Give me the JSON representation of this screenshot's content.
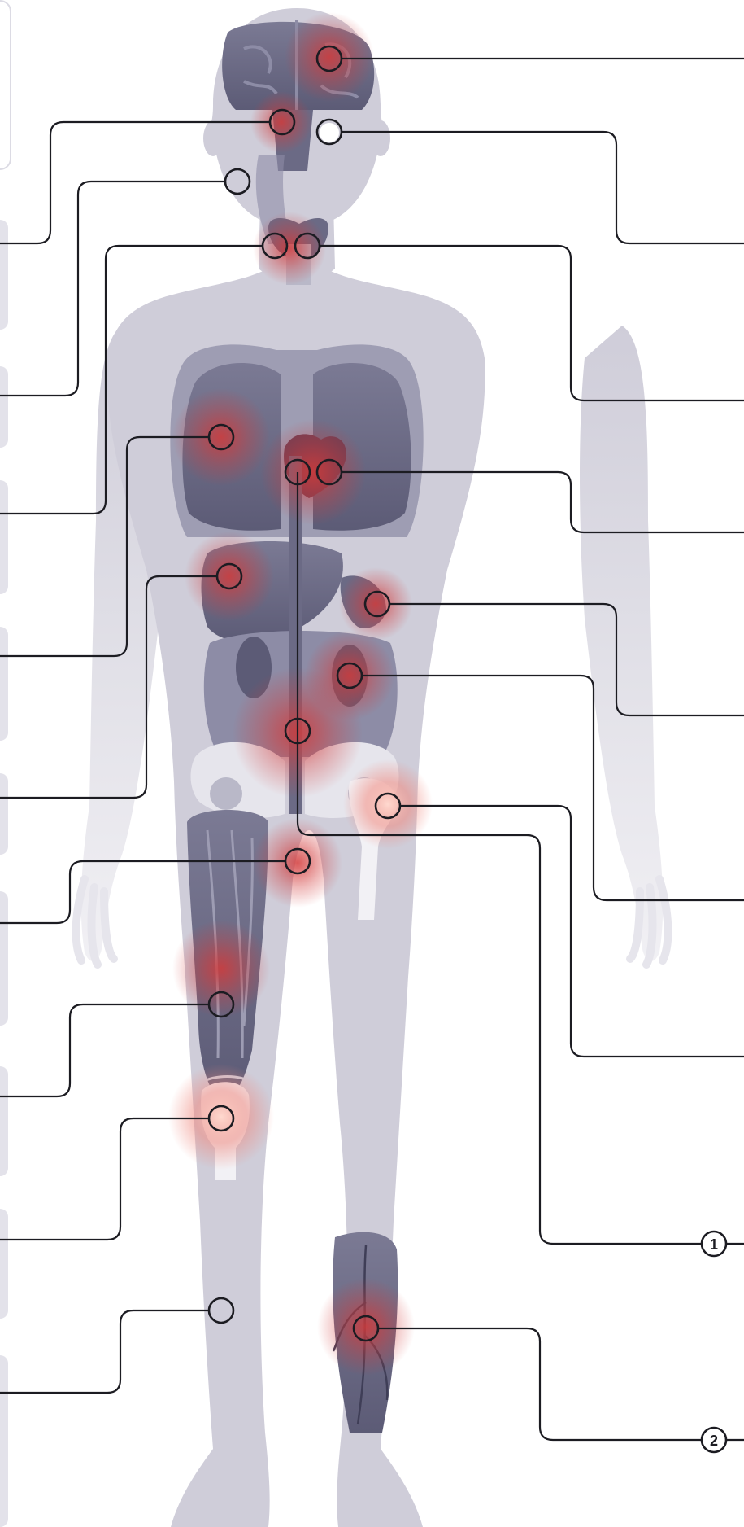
{
  "diagram": {
    "callout_markers": [
      {
        "id": "marker-1",
        "label": "1"
      },
      {
        "id": "marker-2",
        "label": "2"
      }
    ]
  },
  "colors": {
    "body_silhouette": "#cfcdd9",
    "organ": "#6b6a85",
    "inflammation": "#d23a3a",
    "leader_line": "#1c1c22",
    "card": "#e3e2ea"
  }
}
